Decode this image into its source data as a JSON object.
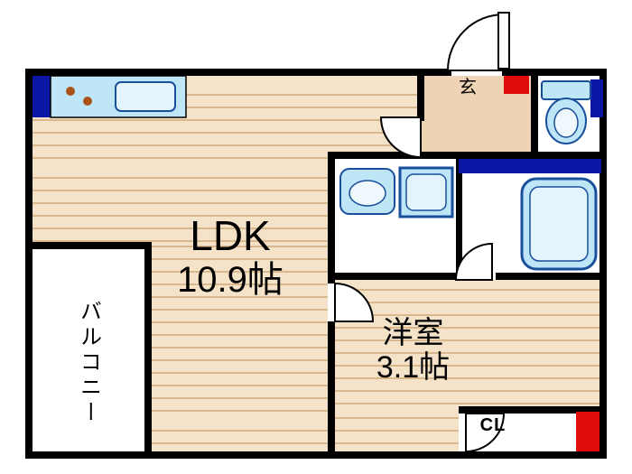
{
  "floorplan": {
    "rooms": {
      "ldk": {
        "label": "LDK",
        "size": "10.9帖"
      },
      "western_room": {
        "label": "洋室",
        "size": "3.1帖"
      },
      "balcony": {
        "label": "バルコニー"
      },
      "entrance": {
        "label": "玄"
      },
      "closet": {
        "label": "CL"
      }
    },
    "fixtures": [
      "kitchen-counter",
      "stove-burners",
      "sink",
      "toilet",
      "washbasin",
      "washing-machine",
      "bathtub"
    ],
    "colors": {
      "wall": "#000000",
      "window_marker": "#0b16a5",
      "door_marker": "#e00b0b",
      "fixture_fill": "#bfe6f7",
      "fixture_stroke": "#1a4f9c",
      "wood_floor_light": "#f4e2c9",
      "wood_floor_line": "#d8b88c",
      "entrance_floor": "#eed3b4"
    }
  }
}
